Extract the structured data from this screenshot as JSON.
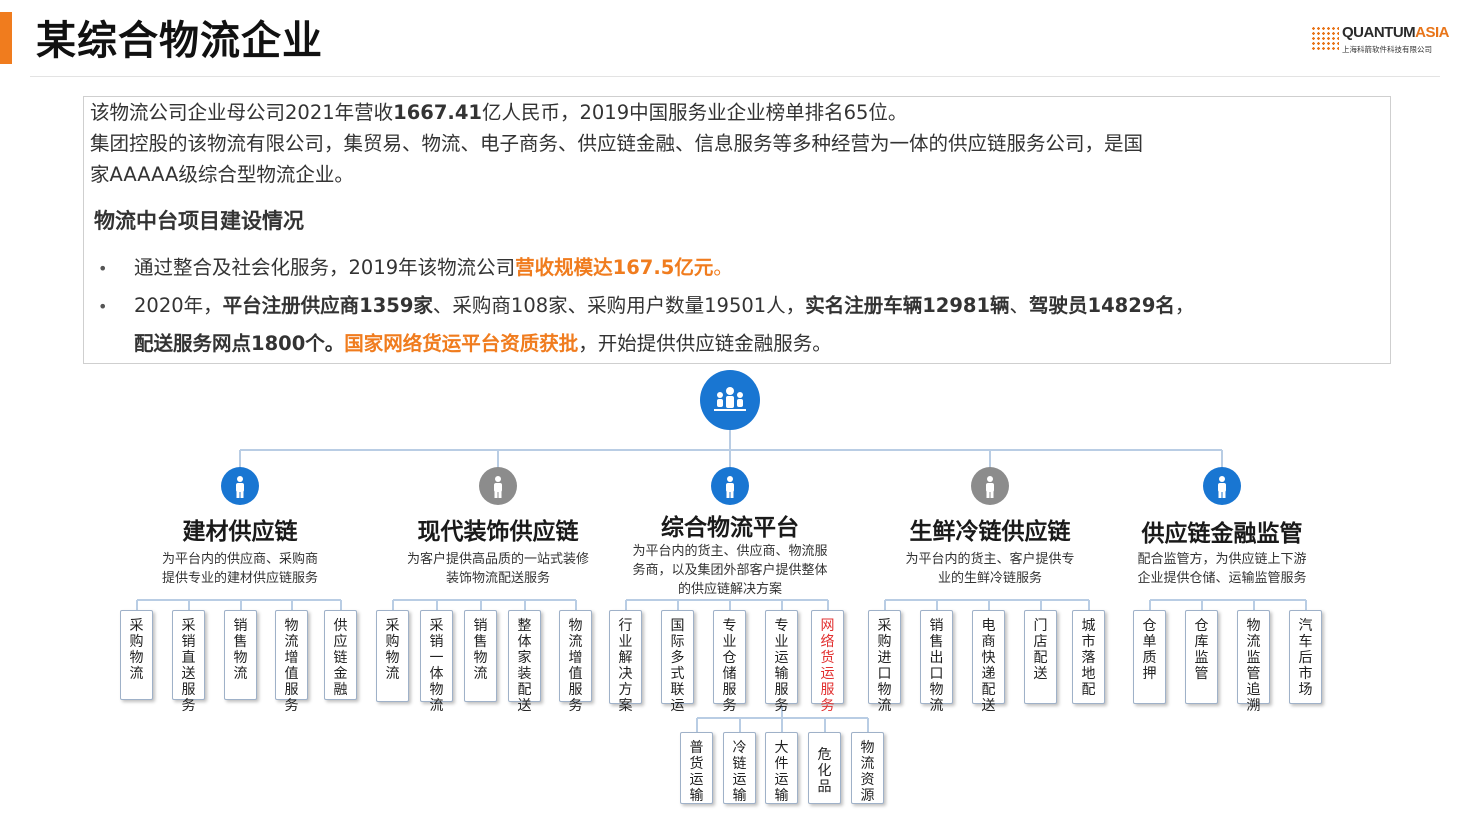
{
  "page": {
    "title": "某综合物流企业"
  },
  "logo": {
    "brand_a": "QUANTUM",
    "brand_b": "ASIA",
    "subtitle": "上海科箭软件科技有限公司"
  },
  "colors": {
    "accent": "#f07c1e",
    "hub": "#1976d2",
    "node_gray": "#8c8c8c",
    "highlight_red": "#e23030"
  },
  "intro": {
    "line1": {
      "a": "该物流公司企业母公司2021年营收",
      "b": "1667.41",
      "c": "亿人民币，2019中国服务业企业榜单排名65位。"
    },
    "line2": "集团控股的该物流有限公司，集贸易、物流、电子商务、供应链金融、信息服务等多种经营为一体的供应链服务公司，是国",
    "line3": "家AAAAA级综合型物流企业。",
    "heading": "物流中台项目建设情况",
    "bullet_symbol": "•",
    "b1": {
      "a": "通过整合及社会化服务，2019年该物流公司",
      "b": "营收规模达167.5亿元",
      "c": "。"
    },
    "b2": {
      "a": "2020年，",
      "b": "平台注册供应商1359家",
      "c": "、采购商108家、采购用户数量19501人，",
      "d": "实名注册车辆12981辆",
      "e": "、",
      "f": "驾驶员14829名",
      "g": "，",
      "h": "配送服务网点1800个。",
      "i": "国家网络货运平台资质获批",
      "j": "，开始提供供应链金融服务。"
    }
  },
  "tree": {
    "hub_icon": "people-group-icon",
    "categories": [
      {
        "title": "建材供应链",
        "icon": "person-icon",
        "color": "blue",
        "desc": [
          "为平台内的供应商、采购商",
          "提供专业的建材供应链服务"
        ],
        "items": [
          "采购物流",
          "采销直送服务",
          "销售物流",
          "物流增值服务",
          "供应链金融"
        ]
      },
      {
        "title": "现代装饰供应链",
        "icon": "person-icon",
        "color": "gray",
        "desc": [
          "为客户提供高品质的一站式装修",
          "装饰物流配送服务"
        ],
        "items": [
          "采购物流",
          "采销一体物流",
          "销售物流",
          "整体家装配送",
          "物流增值服务"
        ]
      },
      {
        "title": "综合物流平台",
        "icon": "person-icon",
        "color": "blue",
        "desc": [
          "为平台内的货主、供应商、物流服",
          "务商，以及集团外部客户提供整体",
          "的供应链解决方案"
        ],
        "items": [
          "行业解决方案",
          "国际多式联运",
          "专业仓储服务",
          "专业运输服务",
          "网络货运服务"
        ]
      },
      {
        "title": "生鲜冷链供应链",
        "icon": "person-icon",
        "color": "gray",
        "desc": [
          "为平台内的货主、客户提供专",
          "业的生鲜冷链服务"
        ],
        "items": [
          "采购进口物流",
          "销售出口物流",
          "电商快递配送",
          "门店配送",
          "城市落地配"
        ]
      },
      {
        "title": "供应链金融监管",
        "icon": "person-icon",
        "color": "blue",
        "desc": [
          "配合监管方，为供应链上下游",
          "企业提供仓储、运输监管服务"
        ],
        "items": [
          "仓单质押",
          "仓库监管",
          "物流监管追溯",
          "汽车后市场"
        ]
      }
    ],
    "sub_items": [
      "普货运输",
      "冷链运输",
      "大件运输",
      "危化品",
      "物流资源"
    ]
  }
}
